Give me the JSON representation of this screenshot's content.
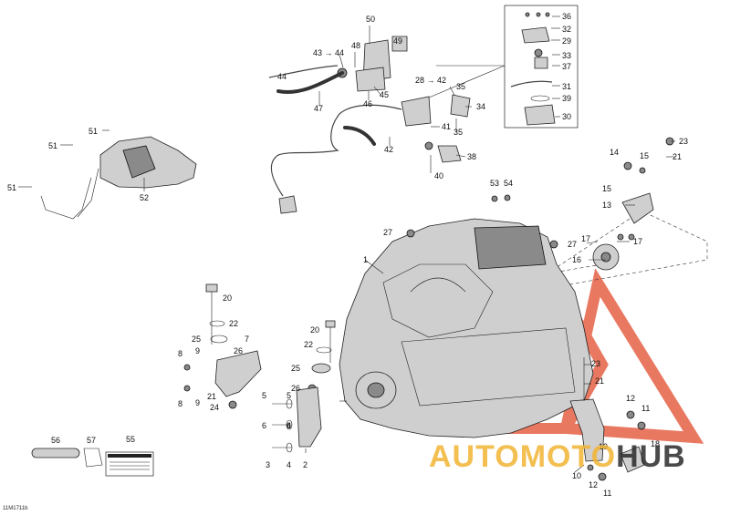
{
  "diagram": {
    "code": "11M1711b",
    "watermark": {
      "part1": "AUTOMOTO",
      "part2": "HUB",
      "color_main": "#f2b433",
      "color_logo": "#e4573a",
      "color_dark": "#2b2b2b"
    },
    "label_text": {
      "1": "1",
      "2": "2",
      "3": "3",
      "4": "4",
      "5": "5",
      "6": "6",
      "7": "7",
      "8": "8",
      "9": "9",
      "10": "10",
      "11": "11",
      "12": "12",
      "13": "13",
      "14": "14",
      "15": "15",
      "16": "16",
      "17": "17",
      "18": "18",
      "19": "19",
      "20": "20",
      "21": "21",
      "22": "22",
      "23": "23",
      "24": "24",
      "25": "25",
      "26": "26",
      "27": "27",
      "28_42": "28 → 42",
      "29": "29",
      "30": "30",
      "31": "31",
      "32": "32",
      "33": "33",
      "34": "34",
      "35": "35",
      "36": "36",
      "37": "37",
      "38": "38",
      "39": "39",
      "40": "40",
      "41": "41",
      "42": "42",
      "43_44": "43 → 44",
      "44": "44",
      "45": "45",
      "46": "46",
      "47": "47",
      "48": "48",
      "49": "49",
      "50": "50",
      "51": "51",
      "52": "52",
      "53": "53",
      "54": "54",
      "55": "55",
      "56": "56",
      "57": "57"
    }
  }
}
